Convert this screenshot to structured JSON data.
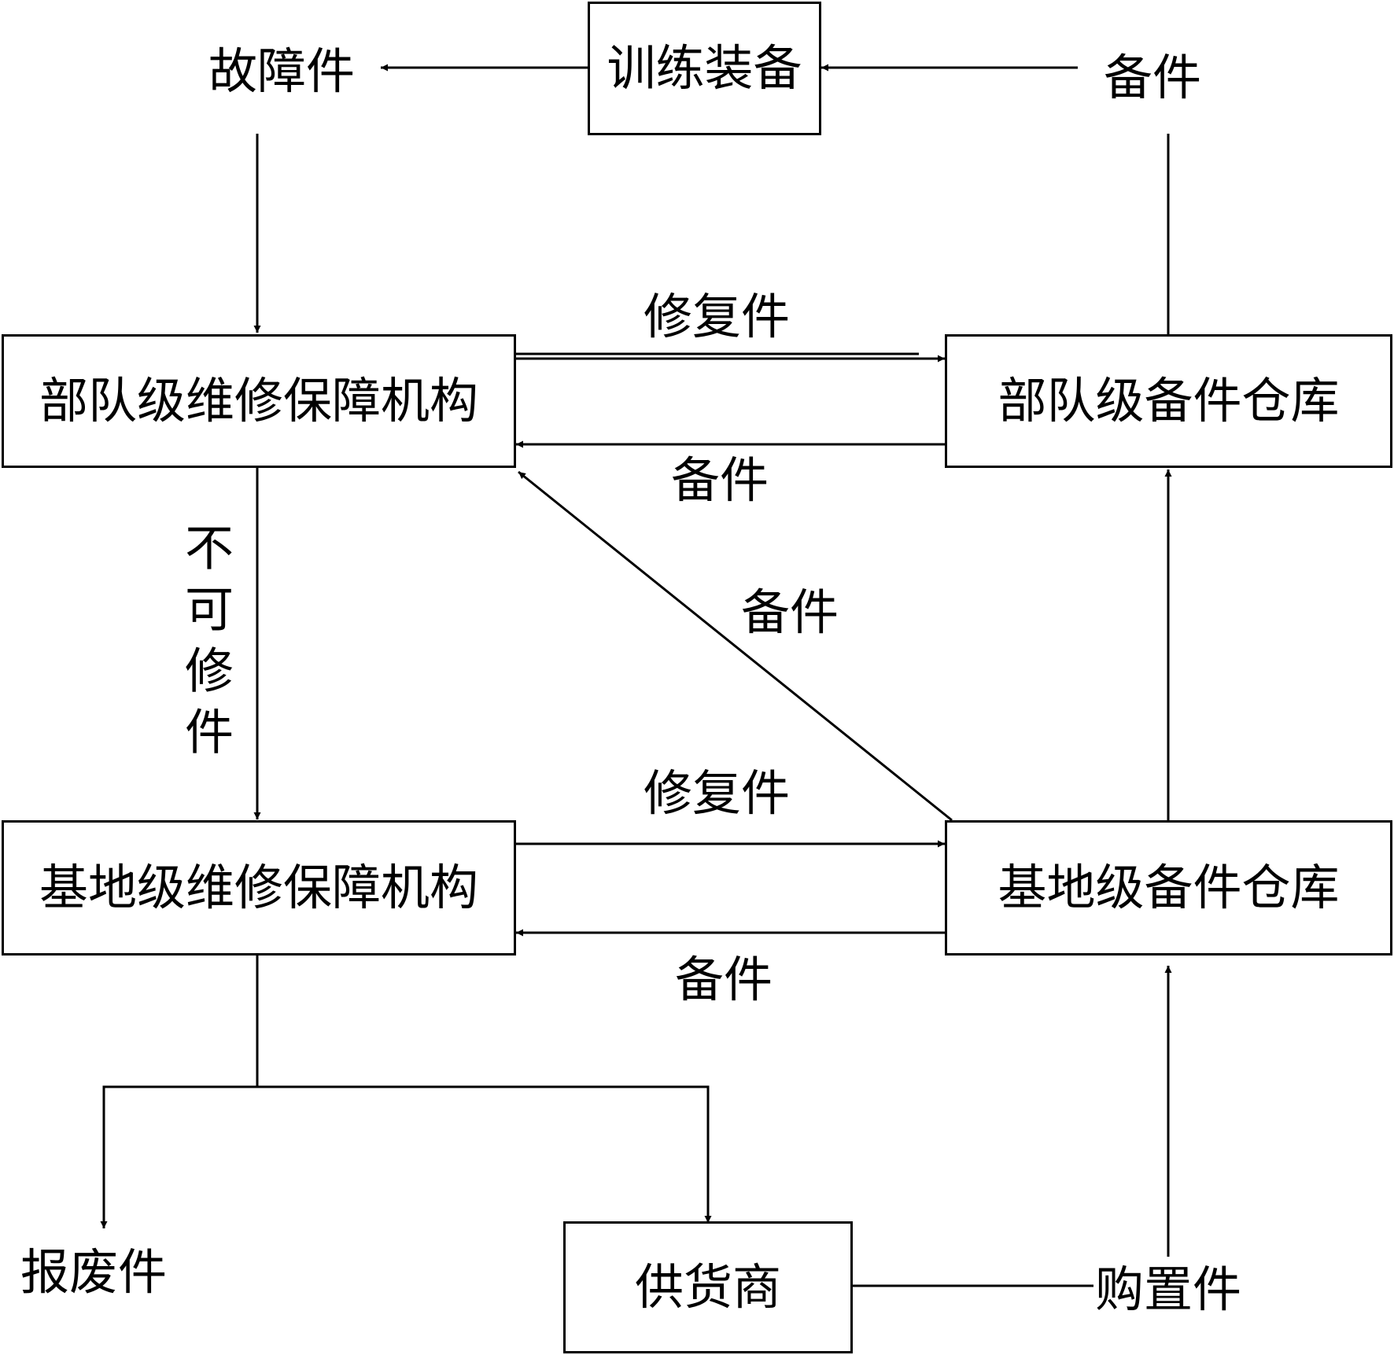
{
  "nodes": {
    "training_equipment": "训练装备",
    "unit_maintenance": "部队级维修保障机构",
    "unit_warehouse": "部队级备件仓库",
    "base_maintenance": "基地级维修保障机构",
    "base_warehouse": "基地级备件仓库",
    "supplier": "供货商"
  },
  "labels": {
    "faulty_part": "故障件",
    "spare_top": "备件",
    "repaired_unit": "修复件",
    "spare_unit": "备件",
    "unrepairable": "不可修件",
    "spare_diagonal": "备件",
    "repaired_base": "修复件",
    "spare_base": "备件",
    "scrapped_part": "报废件",
    "purchased_part": "购置件"
  },
  "colors": {
    "line": "#000000",
    "background": "#ffffff"
  }
}
